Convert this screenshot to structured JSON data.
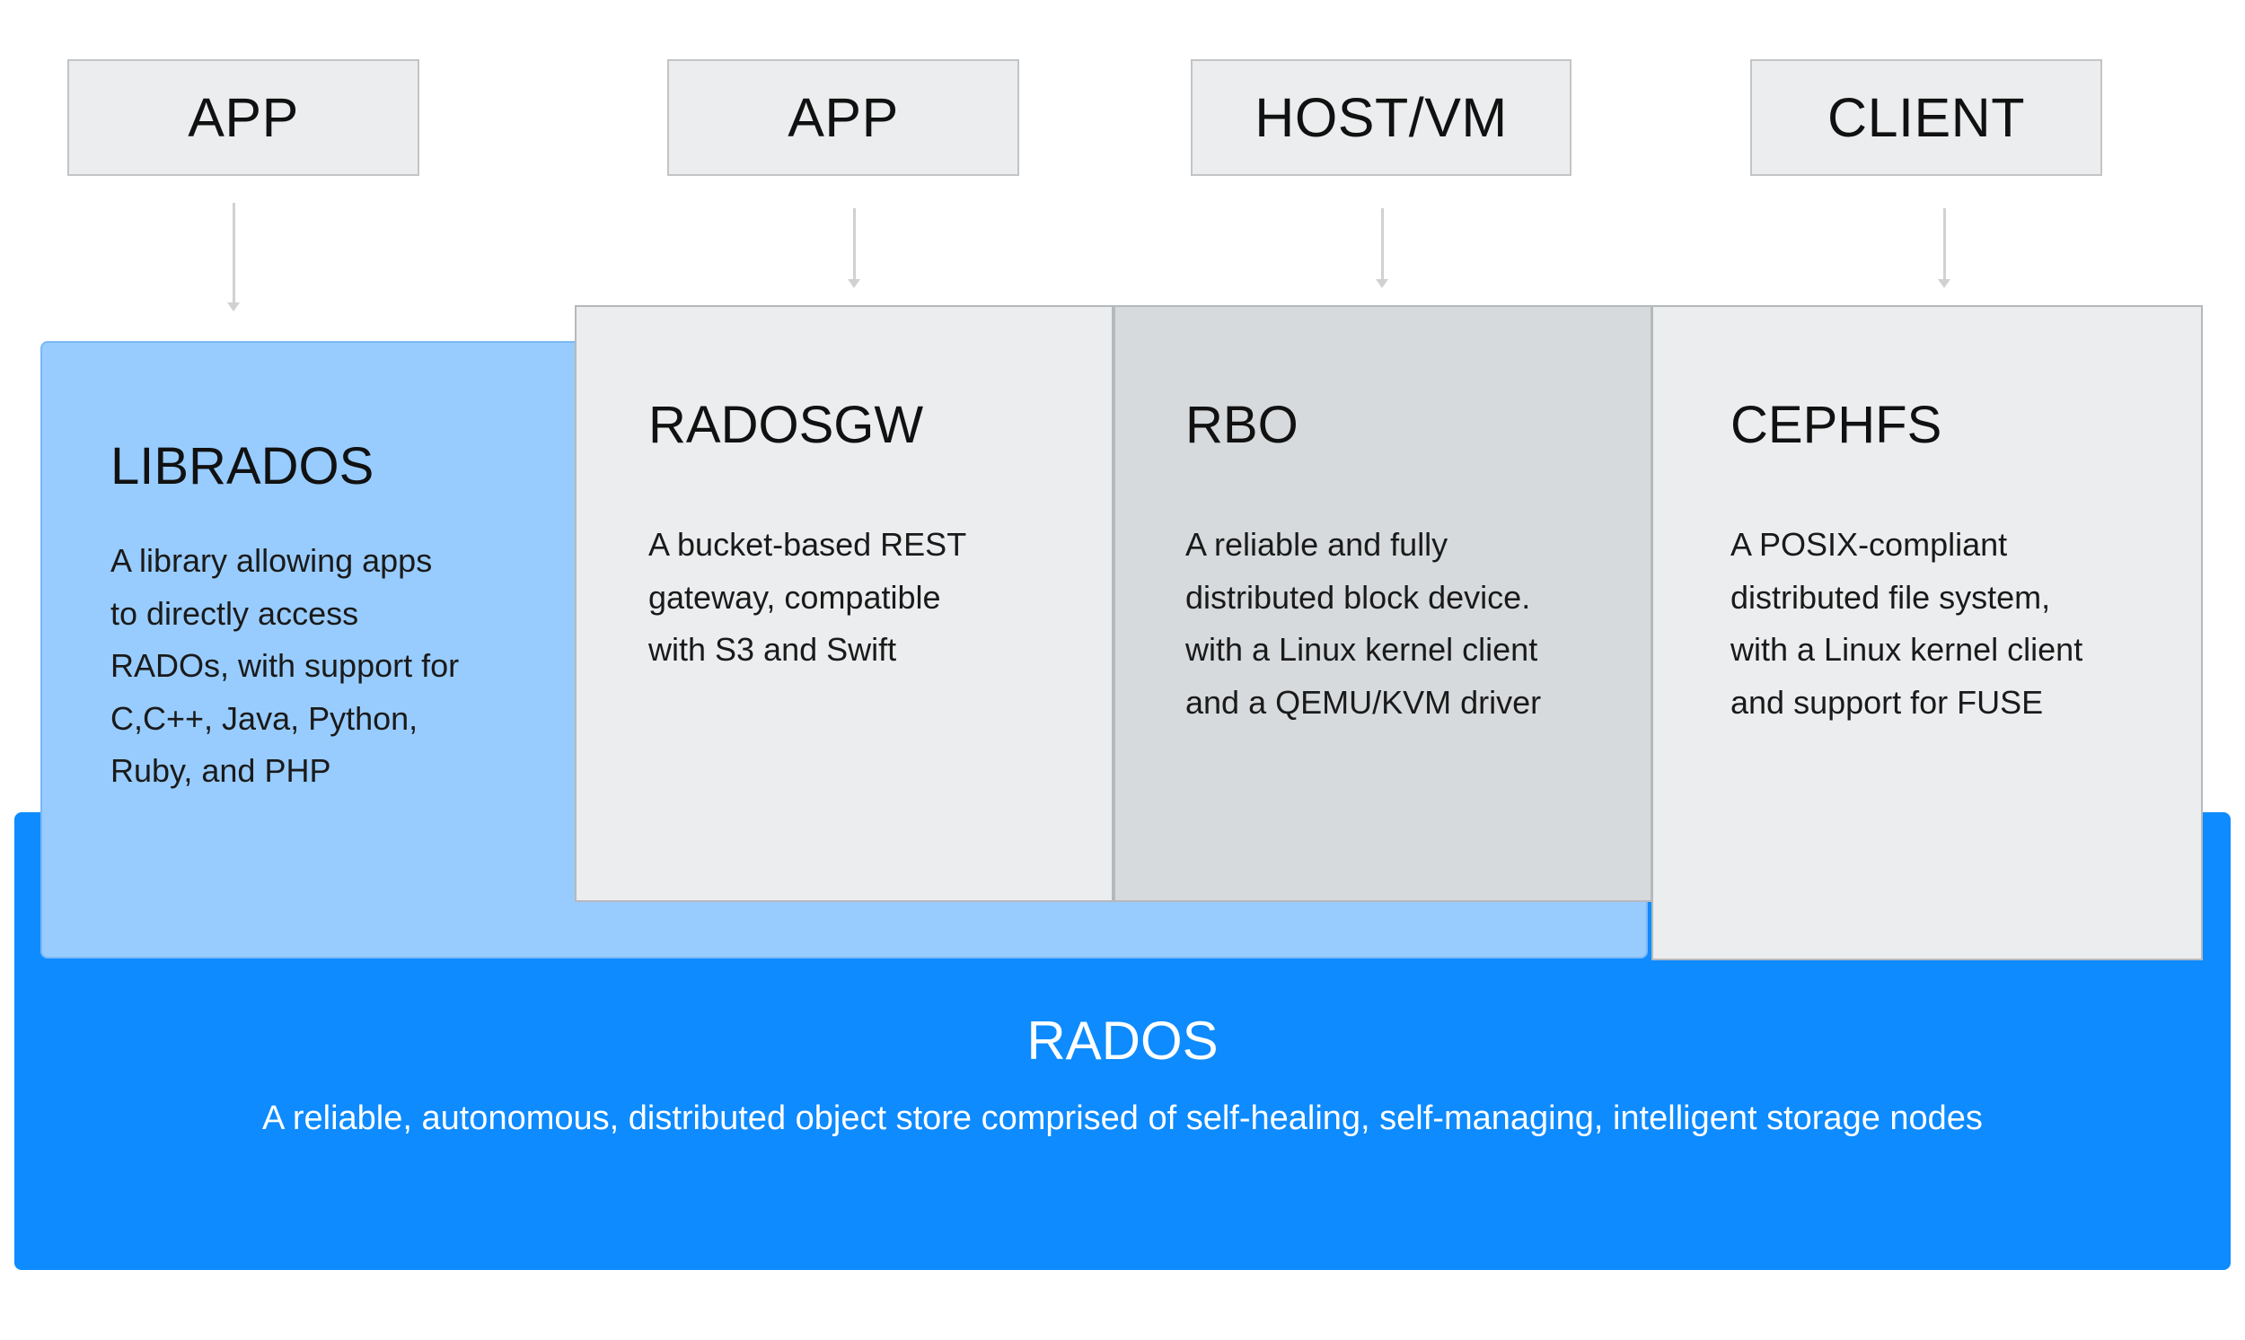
{
  "clients": [
    {
      "label": "APP"
    },
    {
      "label": "APP"
    },
    {
      "label": "HOST/VM"
    },
    {
      "label": "CLIENT"
    }
  ],
  "components": {
    "librados": {
      "title": "LIBRADOS",
      "lines": [
        "A library allowing apps",
        "to directly access",
        "RADOs, with support for",
        "C,C++, Java, Python,",
        "Ruby, and PHP"
      ]
    },
    "radosgw": {
      "title": "RADOSGW",
      "lines": [
        "A bucket-based REST",
        "gateway, compatible",
        "with S3 and Swift"
      ]
    },
    "rbo": {
      "title": "RBO",
      "lines": [
        "A reliable and fully",
        "distributed block device.",
        "with a Linux kernel client",
        "and a QEMU/KVM driver"
      ]
    },
    "cephfs": {
      "title": "CEPHFS",
      "lines": [
        "A POSIX-compliant",
        "distributed file system,",
        "with a Linux kernel client",
        "and support for FUSE"
      ]
    }
  },
  "rados": {
    "title": "RADOS",
    "description": "A reliable, autonomous, distributed object store comprised of self-healing, self-managing, intelligent storage nodes"
  },
  "colors": {
    "rados_blue": "#0d8bff",
    "librados_light_blue": "#98ccfe",
    "panel_light_gray": "#ecedee",
    "panel_mid_gray": "#d7dadc"
  }
}
